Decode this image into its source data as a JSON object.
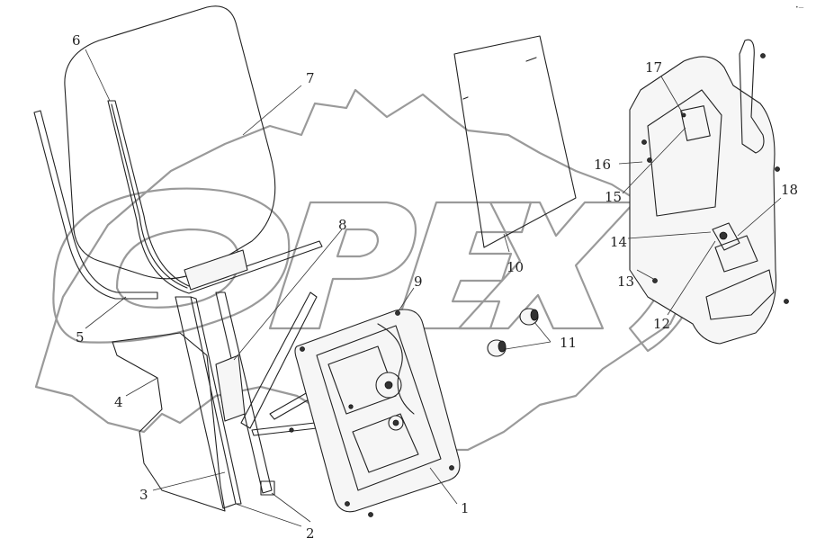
{
  "corner_mark": "•—",
  "watermark": {
    "text": "OPEX"
  },
  "callouts": [
    {
      "id": 1,
      "label": "1"
    },
    {
      "id": 2,
      "label": "2"
    },
    {
      "id": 3,
      "label": "3"
    },
    {
      "id": 4,
      "label": "4"
    },
    {
      "id": 5,
      "label": "5"
    },
    {
      "id": 6,
      "label": "6"
    },
    {
      "id": 7,
      "label": "7"
    },
    {
      "id": 8,
      "label": "8"
    },
    {
      "id": 9,
      "label": "9"
    },
    {
      "id": 10,
      "label": "10"
    },
    {
      "id": 11,
      "label": "11"
    },
    {
      "id": 12,
      "label": "12"
    },
    {
      "id": 13,
      "label": "13"
    },
    {
      "id": 14,
      "label": "14"
    },
    {
      "id": 15,
      "label": "15"
    },
    {
      "id": 16,
      "label": "16"
    },
    {
      "id": 17,
      "label": "17"
    },
    {
      "id": 18,
      "label": "18"
    }
  ]
}
